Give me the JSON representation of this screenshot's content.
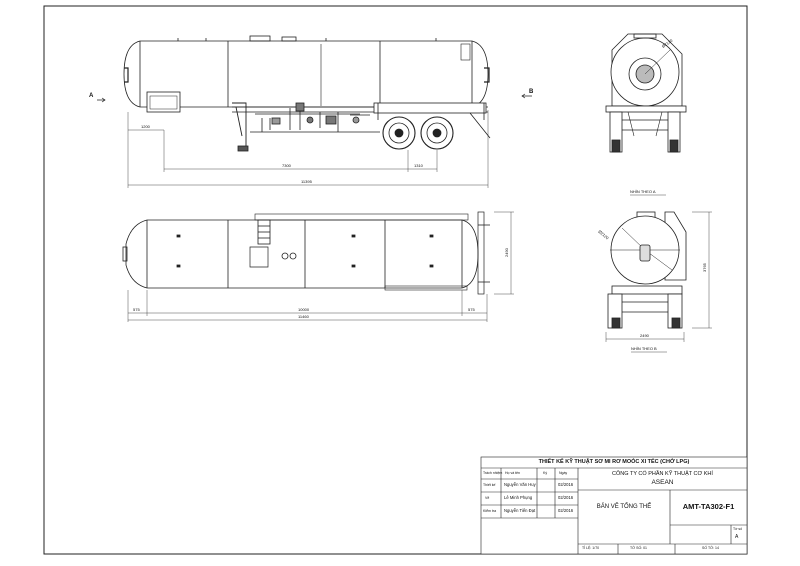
{
  "views": {
    "side": {
      "marker_left": "A",
      "marker_right": "B",
      "dims": {
        "overhang": "1200",
        "axle_pos": "7300",
        "axle_spacing": "1310",
        "overall": "11395"
      }
    },
    "top": {
      "dims": {
        "left_end": "575",
        "tank_len": "10000",
        "right_end": "575",
        "overall": "11460",
        "width": "2490"
      }
    },
    "view_a": {
      "caption": "NHÌN THEO A",
      "diameter": "Ø2120"
    },
    "view_b": {
      "caption": "NHÌN THEO B",
      "diameter": "Ø2120",
      "height": "3765",
      "track": "2490"
    }
  },
  "title_block": {
    "drawing_title": "THIẾT KẾ KỸ THUẬT SƠ MI RƠ MOÓC XI TÉC (CHỞ LPG)",
    "company_line1": "CÔNG TY CỔ PHẦN KỸ THUẬT CƠ KHÍ",
    "company_line2": "ASEAN",
    "headers": {
      "role": "Trách nhiệm",
      "name": "Họ và tên",
      "sign": "Ký",
      "date": "Ngày"
    },
    "rows": [
      {
        "role": "Thiết kế",
        "name": "Nguyễn Văn Huy",
        "date": "02/2016"
      },
      {
        "role": "Vẽ",
        "name": "Lê Minh Phụng",
        "date": "02/2016"
      },
      {
        "role": "Kiểm tra",
        "name": "Nguyễn Tiến Đạt",
        "date": "02/2016"
      }
    ],
    "sheet_name": "BẢN VẼ TỔNG THỂ",
    "drawing_code": "AMT-TA302-F1",
    "sheet_label": "Tờ số",
    "sheet_value": "A",
    "scale": "TỈ LỆ: 1/70",
    "sheet_no": "TỜ SỐ: 01",
    "sheet_count": "SỐ TỜ: 14"
  }
}
